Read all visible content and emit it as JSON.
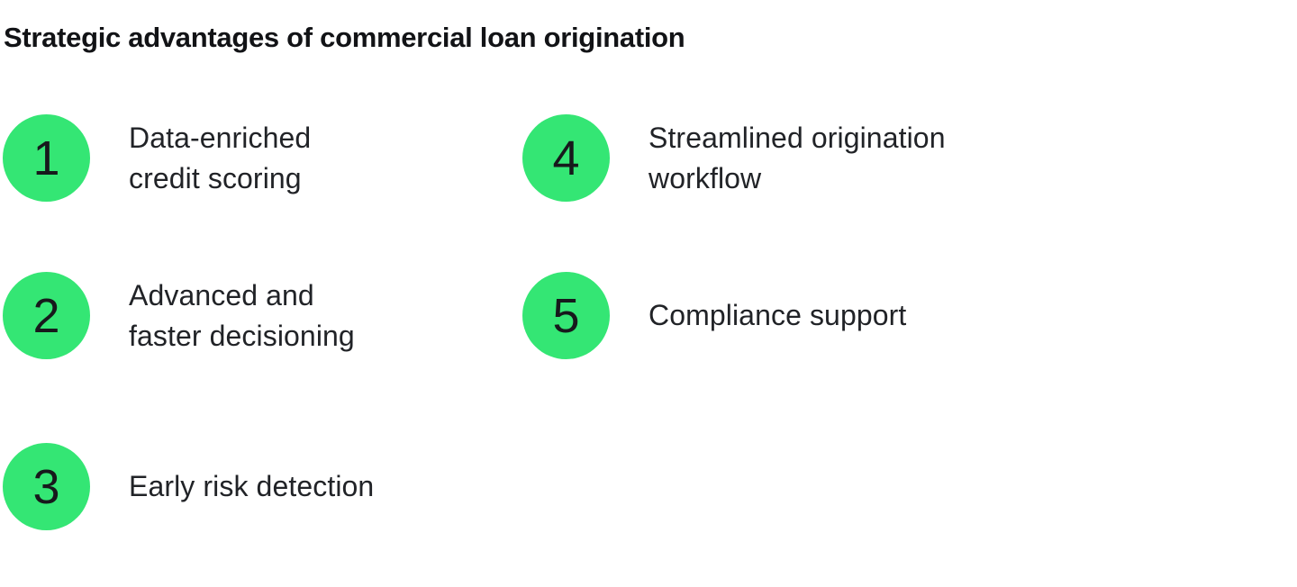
{
  "title": "Strategic advantages of commercial loan origination",
  "colors": {
    "badge_green": "#34E674",
    "title_dark": "#121316",
    "text_dark": "#212327",
    "number_dark": "#17191C",
    "background": "#FFFFFF"
  },
  "items": [
    {
      "number": "1",
      "label": "Data-enriched\ncredit scoring"
    },
    {
      "number": "2",
      "label": "Advanced and\nfaster decisioning"
    },
    {
      "number": "3",
      "label": "Early risk detection"
    },
    {
      "number": "4",
      "label": "Streamlined origination\nworkflow"
    },
    {
      "number": "5",
      "label": "Compliance support"
    }
  ]
}
